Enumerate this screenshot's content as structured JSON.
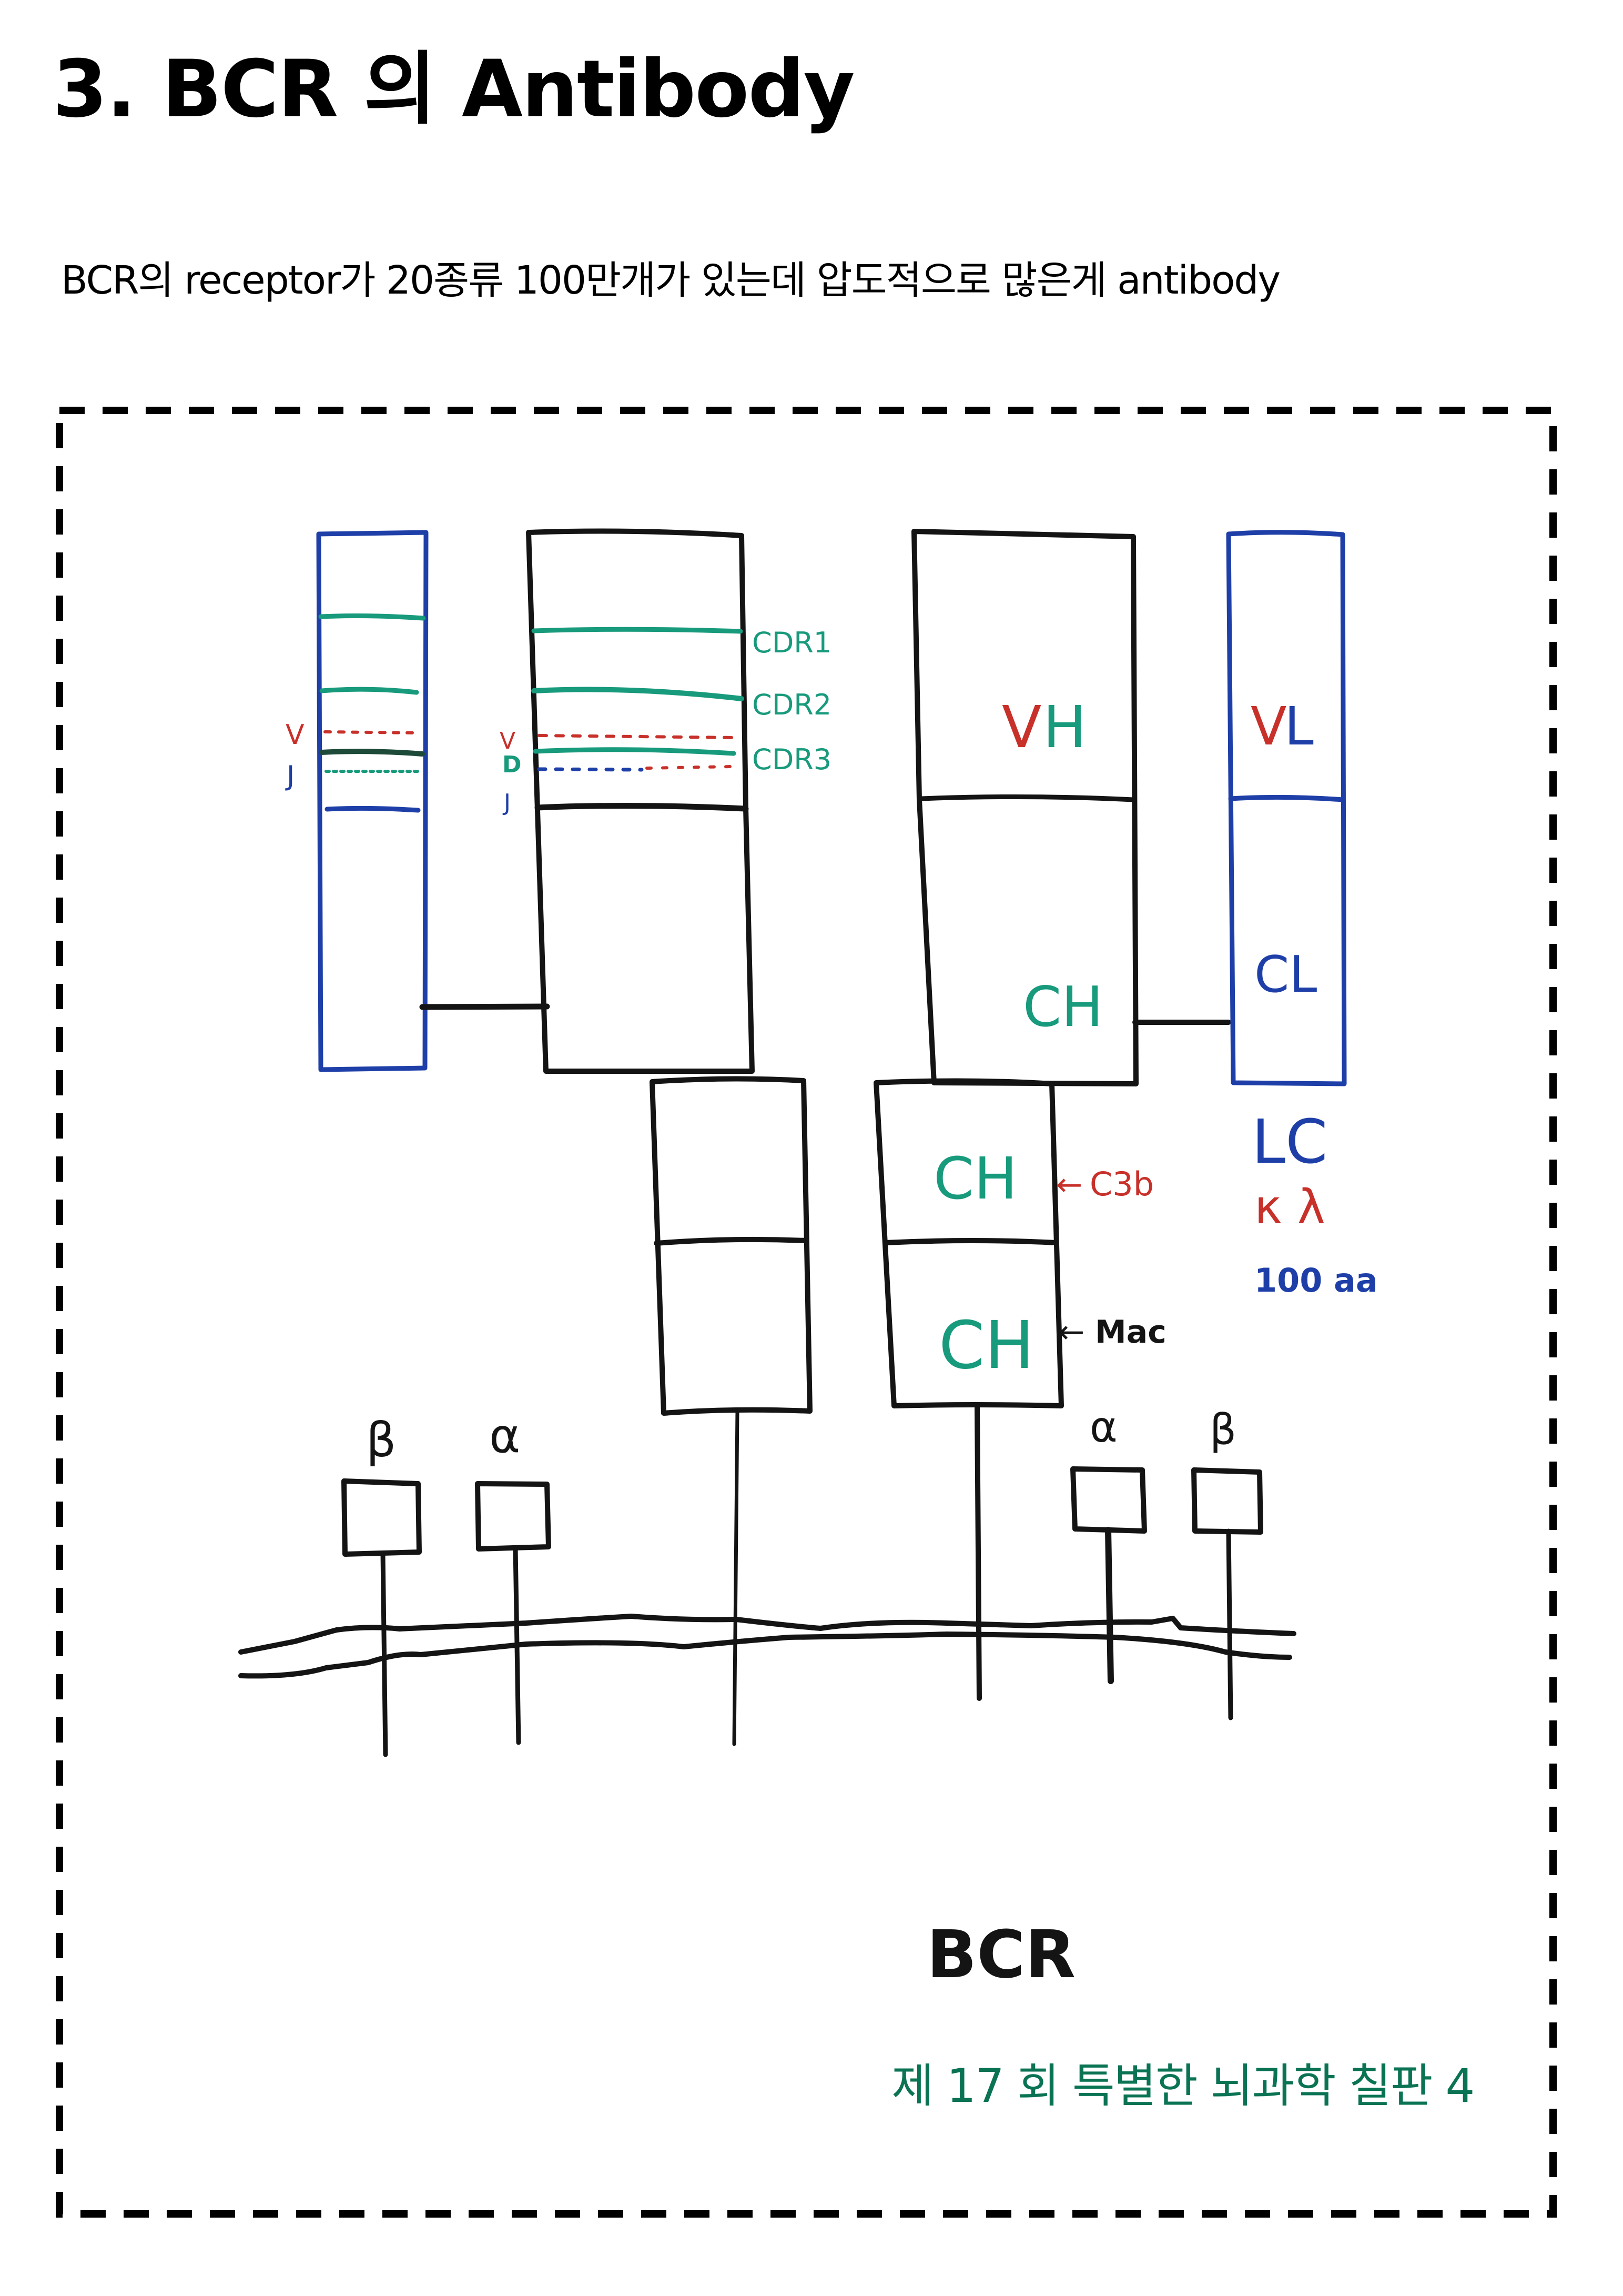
{
  "header": {
    "title": "3. BCR 의 Antibody",
    "subtitle": "BCR의 receptor가 20종류 100만개가 있는데 압도적으로 많은게 antibody"
  },
  "colors": {
    "ink_black": "#141414",
    "ink_blue": "#1f3fa8",
    "ink_green": "#189a7c",
    "ink_red": "#c8302a",
    "caption_green": "#0a7353"
  },
  "diagram": {
    "left_light_chain": {
      "v_label": "V",
      "j_label": "J"
    },
    "left_heavy_chain": {
      "v_label": "V",
      "d_label": "D",
      "j_label": "J",
      "cdr_labels": [
        "CDR1",
        "CDR2",
        "CDR3"
      ]
    },
    "right_heavy_chain": {
      "variable_label_v": "V",
      "variable_label_h": "H",
      "constant_label": "CH",
      "lower_constant_labels": [
        "CH",
        "CH"
      ],
      "annotations": [
        {
          "arrow": "←",
          "text": "C3b"
        },
        {
          "arrow": "←",
          "text": "Mac"
        }
      ]
    },
    "right_light_chain": {
      "variable_label_v": "V",
      "variable_label_l": "L",
      "constant_label": "CL",
      "notes": [
        "LC",
        "κ λ",
        "100 aa"
      ]
    },
    "coreceptors": {
      "left": [
        "β",
        "α"
      ],
      "right": [
        "α",
        "β"
      ]
    },
    "caption": "BCR"
  },
  "footer": {
    "caption": "제 17 회 특별한 뇌과학 칠판 4"
  }
}
